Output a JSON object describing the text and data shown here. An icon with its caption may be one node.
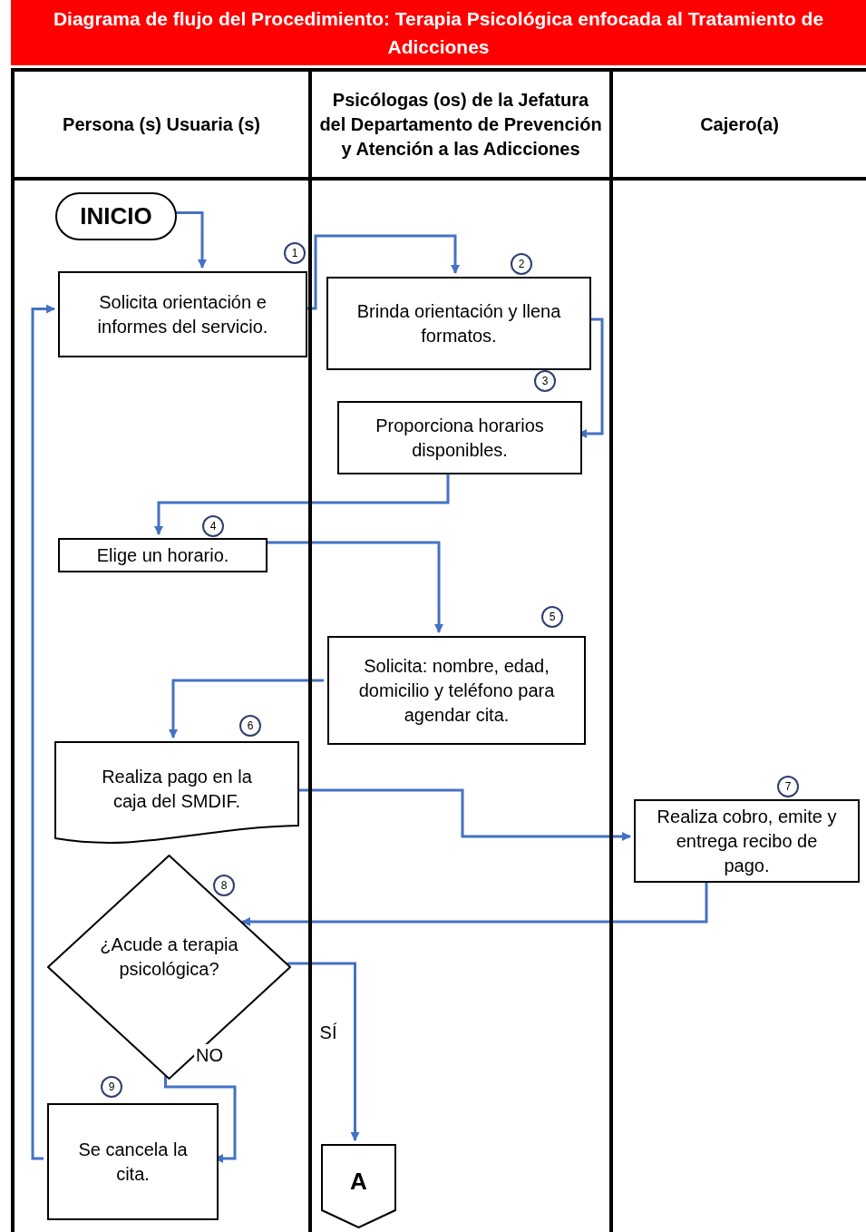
{
  "diagram": {
    "title": "Diagrama de flujo del Procedimiento: Terapia Psicológica enfocada al Tratamiento de Adicciones",
    "nodes": [
      {
        "text": [
          "Persona (s) Usuaria (s)"
        ]
      },
      {
        "text": [
          "Psicólogas (os) de la Jefatura del Departamento de Prevención y Atención a las Adicciones"
        ]
      },
      {
        "text": [
          "Cajero(a)"
        ]
      },
      {
        "text": [
          "INICIO"
        ],
        "in": 0
      },
      {
        "text": [
          "Solicita orientación e informes del servicio."
        ],
        "in": 0
      },
      {
        "text": [
          "Brinda orientación y llena formatos."
        ],
        "in": 1
      },
      {
        "text": [
          "Proporciona horarios disponibles."
        ],
        "in": 1
      },
      {
        "text": [
          "Elige un horario."
        ],
        "in": 0
      },
      {
        "text": [
          "Solicita: nombre, edad, domicilio y teléfono para agendar cita."
        ],
        "in": 1
      },
      {
        "text": [
          "Realiza pago en la caja del SMDIF."
        ],
        "in": 0
      },
      {
        "text": [
          "Realiza cobro, emite y entrega recibo de pago."
        ],
        "in": 2
      },
      {
        "text": [
          "¿Acude a terapia psicológica?"
        ],
        "in": 0
      },
      {
        "text": [
          "Se cancela la cita."
        ],
        "in": 0
      },
      {
        "text": [
          "A"
        ],
        "in": 1
      }
    ],
    "edges": [
      {
        "from": 3,
        "to": 4,
        "arrow": "to"
      },
      {
        "from": 4,
        "to": 5,
        "arrow": "to"
      },
      {
        "from": 5,
        "to": 6,
        "arrow": "to"
      },
      {
        "from": 6,
        "to": 7,
        "arrow": "to"
      },
      {
        "from": 7,
        "to": 8,
        "arrow": "to"
      },
      {
        "from": 8,
        "to": 9,
        "arrow": "to"
      },
      {
        "from": 9,
        "to": 10,
        "arrow": "to"
      },
      {
        "from": 10,
        "to": 11,
        "arrow": "to"
      },
      {
        "from": 11,
        "to": 13,
        "arrow": "to",
        "label": "SÍ"
      },
      {
        "from": 11,
        "to": 12,
        "arrow": "to",
        "label": "NO"
      },
      {
        "from": 12,
        "to": 4,
        "arrow": "to"
      }
    ],
    "labels": [
      "1",
      "2",
      "3",
      "4",
      "5",
      "6",
      "7",
      "8",
      "9"
    ]
  }
}
